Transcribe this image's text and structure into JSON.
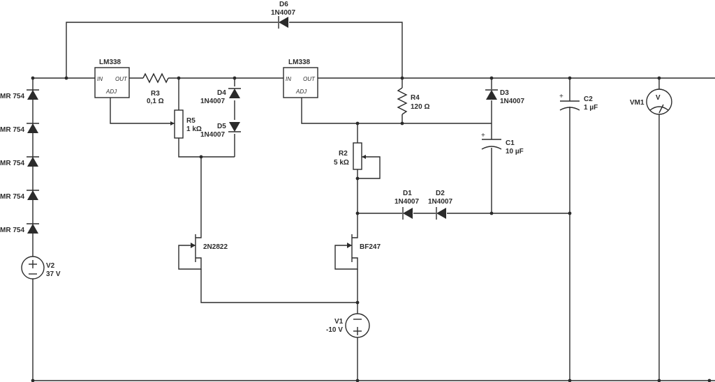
{
  "diagram": {
    "ic_u1": {
      "name": "LM338",
      "pin_in": "IN",
      "pin_out": "OUT",
      "pin_adj": "ADJ"
    },
    "ic_u2": {
      "name": "LM338",
      "pin_in": "IN",
      "pin_out": "OUT",
      "pin_adj": "ADJ"
    },
    "d6": {
      "ref": "D6",
      "value": "1N4007"
    },
    "r3": {
      "ref": "R3",
      "value": "0,1 Ω"
    },
    "r5": {
      "ref": "R5",
      "value": "1 kΩ"
    },
    "d4": {
      "ref": "D4",
      "value": "1N4007"
    },
    "d5": {
      "ref": "D5",
      "value": "1N4007"
    },
    "r4": {
      "ref": "R4",
      "value": "120 Ω"
    },
    "d3": {
      "ref": "D3",
      "value": "1N4007"
    },
    "c1": {
      "ref": "C1",
      "value": "10 µF"
    },
    "c2": {
      "ref": "C2",
      "value": "1 µF"
    },
    "vm1": {
      "ref": "VM1",
      "symbol": "V"
    },
    "r2": {
      "ref": "R2",
      "value": "5 kΩ"
    },
    "d1": {
      "ref": "D1",
      "value": "1N4007"
    },
    "d2": {
      "ref": "D2",
      "value": "1N4007"
    },
    "q_2n2822": {
      "value": "2N2822"
    },
    "q_bf247": {
      "value": "BF247"
    },
    "v1": {
      "ref": "V1",
      "value": "-10 V"
    },
    "v2": {
      "ref": "V2",
      "value": "37 V"
    },
    "mr_diodes": [
      "MR 754",
      "MR 754",
      "MR 754",
      "MR 754",
      "MR 754"
    ]
  }
}
